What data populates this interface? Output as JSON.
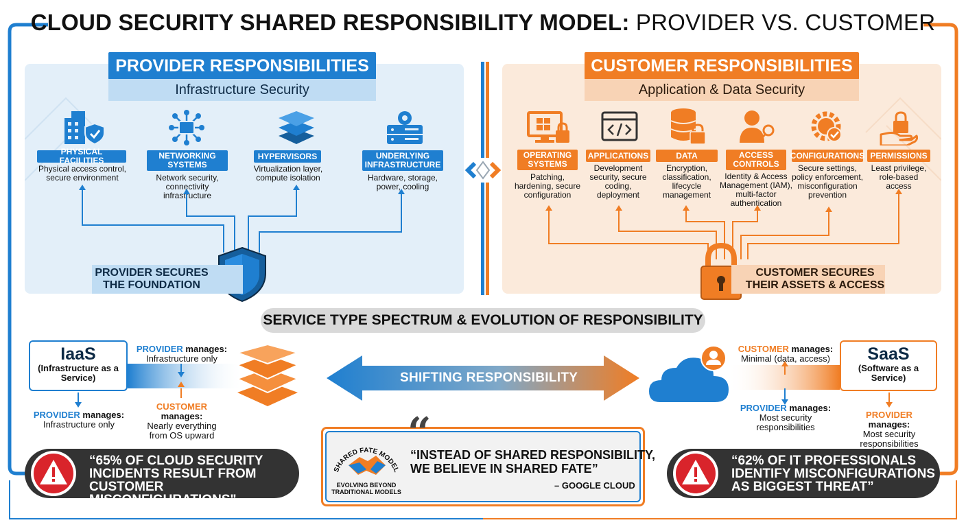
{
  "title": {
    "main": "CLOUD SECURITY SHARED RESPONSIBILITY MODEL:",
    "sub": "PROVIDER VS. CUSTOMER"
  },
  "provider": {
    "heading": "PROVIDER RESPONSIBILITIES",
    "subheading": "Infrastructure Security",
    "items": [
      {
        "tag": "PHYSICAL FACILITIES",
        "desc": "Physical access control, secure environment",
        "icon": "building-shield-icon"
      },
      {
        "tag": "NETWORKING SYSTEMS",
        "desc": "Network security, connectivity infrastructure",
        "icon": "network-hub-icon"
      },
      {
        "tag": "HYPERVISORS",
        "desc": "Virtualization layer, compute isolation",
        "icon": "layers-stack-icon"
      },
      {
        "tag": "UNDERLYING INFRASTRUCTURE",
        "desc": "Hardware, storage, power, cooling",
        "icon": "server-gear-icon"
      }
    ],
    "center_label": "PROVIDER SECURES THE FOUNDATION"
  },
  "customer": {
    "heading": "CUSTOMER RESPONSIBILITIES",
    "subheading": "Application & Data Security",
    "items": [
      {
        "tag": "OPERATING SYSTEMS",
        "desc": "Patching, hardening, secure configuration",
        "icon": "monitor-lock-icon"
      },
      {
        "tag": "APPLICATIONS",
        "desc": "Development security, secure coding, deployment",
        "icon": "code-window-icon"
      },
      {
        "tag": "DATA",
        "desc": "Encryption, classification, lifecycle management",
        "icon": "database-lock-icon"
      },
      {
        "tag": "ACCESS CONTROLS",
        "desc": "Identity & Access Management (IAM), multi-factor authentication",
        "icon": "user-key-icon"
      },
      {
        "tag": "CONFIGURATIONS",
        "desc": "Secure settings, policy enforcement, misconfiguration prevention",
        "icon": "gear-check-icon"
      },
      {
        "tag": "PERMISSIONS",
        "desc": "Least privilege, role-based access",
        "icon": "hand-lock-icon"
      }
    ],
    "center_label": "CUSTOMER SECURES THEIR ASSETS & ACCESS"
  },
  "spectrum": {
    "title": "SERVICE TYPE SPECTRUM & EVOLUTION OF RESPONSIBILITY",
    "shift_label": "SHIFTING RESPONSIBILITY",
    "iaas": {
      "name": "IaaS",
      "full": "(Infrastructure as a Service)",
      "provider_top": {
        "who": "PROVIDER",
        "verb": "manages:",
        "what": "Infrastructure only"
      },
      "customer": {
        "who": "CUSTOMER",
        "verb": "manages:",
        "what": "Nearly everything from OS upward"
      },
      "provider_below": {
        "who": "PROVIDER",
        "verb": "manages:",
        "what": "Infrastructure only"
      }
    },
    "saas": {
      "name": "SaaS",
      "full": "(Software as a Service)",
      "customer": {
        "who": "CUSTOMER",
        "verb": "manages:",
        "what": "Minimal (data, access)"
      },
      "provider_mid": {
        "who": "PROVIDER",
        "verb": "manages:",
        "what": "Most security responsibilities"
      },
      "provider_below": {
        "who": "PROVIDER",
        "verb": "manages:",
        "what": "Most security responsibilities"
      }
    }
  },
  "stats": {
    "left": {
      "line1": "“65% OF CLOUD SECURITY",
      "line2": "INCIDENTS RESULT FROM",
      "line3": "CUSTOMER MISCONFIGURATIONS\"",
      "icon": "warning-icon"
    },
    "right": {
      "line1": "“62% OF IT PROFESSIONALS",
      "line2": "IDENTIFY MISCONFIGURATIONS",
      "line3": "AS BIGGEST THREAT”",
      "icon": "warning-icon"
    }
  },
  "quote": {
    "seal_top": "SHARED FATE MODEL",
    "seal_bottom": "EVOLVING BEYOND TRADITIONAL MODELS",
    "mark": "“",
    "line1": "“INSTEAD OF SHARED RESPONSIBILITY,",
    "line2": "WE BELIEVE IN SHARED FATE”",
    "attribution": "– GOOGLE CLOUD"
  },
  "colors": {
    "blue": "#1f7fd0",
    "orange": "#f07d24",
    "dark": "#333333"
  }
}
